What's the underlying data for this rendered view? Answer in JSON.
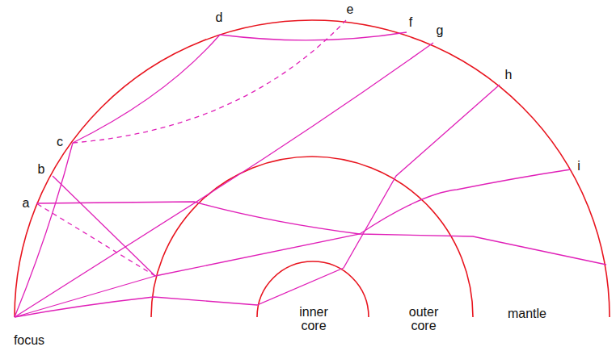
{
  "diagram": {
    "labels": [
      "focus",
      "a",
      "b",
      "c",
      "d",
      "e",
      "f",
      "g",
      "h",
      "i",
      "inner core",
      "outer core",
      "mantle"
    ]
  }
}
